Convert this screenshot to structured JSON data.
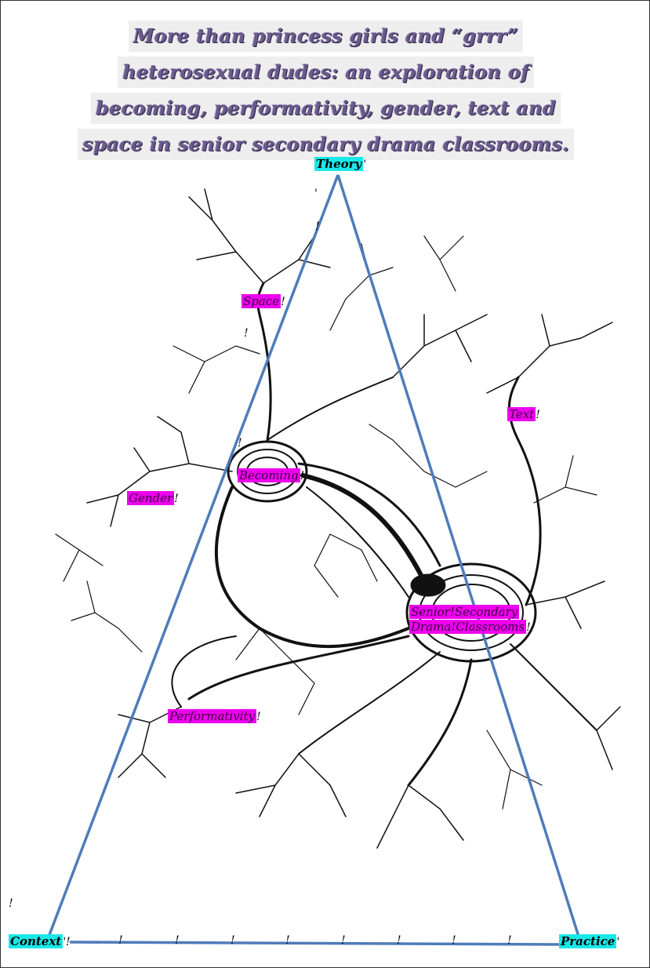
{
  "title": {
    "lines": [
      "More than princess girls and “grrr”",
      "heterosexual dudes: an exploration of",
      "becoming, performativity, gender, text and",
      "space in senior secondary drama classrooms."
    ]
  },
  "triangle": {
    "apex_label": "Theory",
    "left_label": "Context",
    "right_label": "Practice",
    "apex_mark": "'",
    "left_mark": "'!",
    "right_mark": "'"
  },
  "concepts": {
    "space": "Space",
    "space_mark": "!",
    "text": "Text",
    "text_mark": "!",
    "gender": "Gender",
    "gender_mark": "!",
    "becoming": "Becoming",
    "becoming_mark": "!",
    "classrooms_line1": "Senior!Secondary",
    "classrooms_line2": "Drama!Classrooms",
    "classrooms_mark": "!",
    "performativity": "Performativity",
    "performativity_mark": "!"
  },
  "stray_marks": [
    "'",
    "!",
    "!",
    "!",
    "!"
  ],
  "baseline_marks": [
    "!",
    "!",
    "!",
    "!",
    "!",
    "!",
    "!",
    "!"
  ],
  "colors": {
    "triangle_line": "#4f7cba",
    "label_highlight": "#ee00ee",
    "vertex_highlight": "#19e8e8",
    "title_text": "#6a5a8e"
  }
}
